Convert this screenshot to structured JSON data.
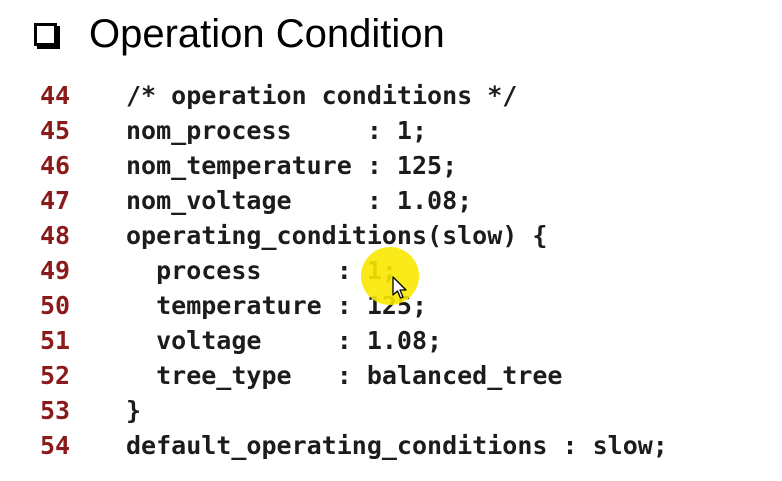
{
  "title": "Operation Condition",
  "code_lines": [
    {
      "number": "44",
      "text": "/* operation conditions */"
    },
    {
      "number": "45",
      "text": "nom_process     : 1;"
    },
    {
      "number": "46",
      "text": "nom_temperature : 125;"
    },
    {
      "number": "47",
      "text": "nom_voltage     : 1.08;"
    },
    {
      "number": "48",
      "text": "operating_conditions(slow) {"
    },
    {
      "number": "49",
      "text": "  process     : 1;"
    },
    {
      "number": "50",
      "text": "  temperature : 125;"
    },
    {
      "number": "51",
      "text": "  voltage     : 1.08;"
    },
    {
      "number": "52",
      "text": "  tree_type   : balanced_tree"
    },
    {
      "number": "53",
      "text": "}"
    },
    {
      "number": "54",
      "text": "default_operating_conditions : slow;"
    }
  ],
  "colors": {
    "line_number": "#8b1a1a",
    "code_text": "#1c1c1c",
    "highlight": "#fae800"
  },
  "icons": {
    "title_bullet": "checkbox-bullet-icon",
    "pointer": "mouse-cursor-icon"
  }
}
